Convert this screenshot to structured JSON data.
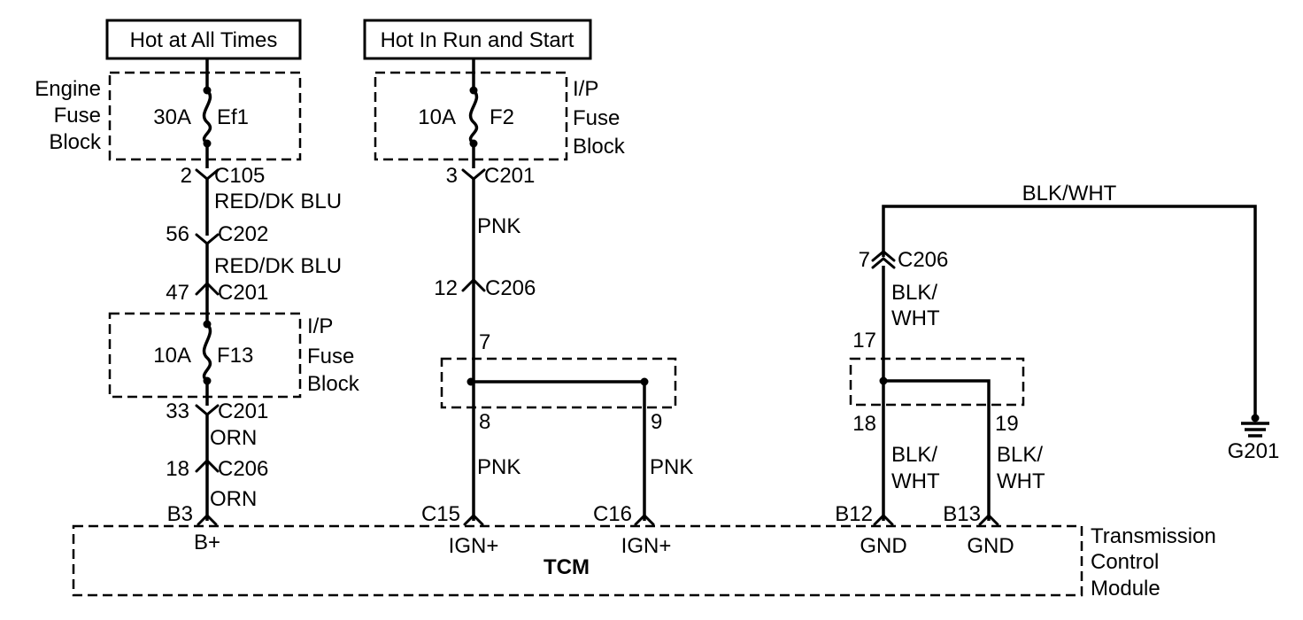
{
  "power": {
    "hot_at_all_times": "Hot at All Times",
    "hot_in_run_start": "Hot In Run and Start"
  },
  "engine_fuse_block": {
    "name_lines": [
      "Engine",
      "Fuse",
      "Block"
    ],
    "fuse_rating": "30A",
    "fuse_name": "Ef1"
  },
  "ip_fuse_block_f2": {
    "name_lines": [
      "I/P",
      "Fuse",
      "Block"
    ],
    "fuse_rating": "10A",
    "fuse_name": "F2"
  },
  "ip_fuse_block_f13": {
    "name_lines": [
      "I/P",
      "Fuse",
      "Block"
    ],
    "fuse_rating": "10A",
    "fuse_name": "F13"
  },
  "circuit_bplus": {
    "c105_pin": "2",
    "c105": "C105",
    "wire1": "RED/DK BLU",
    "c202_pin": "56",
    "c202": "C202",
    "wire2": "RED/DK BLU",
    "c201a_pin": "47",
    "c201a": "C201",
    "c201b_pin": "33",
    "c201b": "C201",
    "wire3": "ORN",
    "c206_pin": "18",
    "c206": "C206",
    "wire4": "ORN",
    "tcm_pin": "B3",
    "tcm_label": "B+"
  },
  "circuit_ign": {
    "c201_pin": "3",
    "c201": "C201",
    "wire1": "PNK",
    "c206_pin": "12",
    "c206": "C206",
    "splice_in": "7",
    "splice_out_a": "8",
    "splice_out_b": "9",
    "wire_a": "PNK",
    "wire_b": "PNK",
    "tcm_pin_a": "C15",
    "tcm_pin_b": "C16",
    "tcm_label_a": "IGN+",
    "tcm_label_b": "IGN+"
  },
  "circuit_gnd": {
    "top_wire": "BLK/WHT",
    "c206_pin": "7",
    "c206": "C206",
    "wire1_lines": [
      "BLK/",
      "WHT"
    ],
    "splice_in": "17",
    "splice_out_a": "18",
    "splice_out_b": "19",
    "wire_a_lines": [
      "BLK/",
      "WHT"
    ],
    "wire_b_lines": [
      "BLK/",
      "WHT"
    ],
    "tcm_pin_a": "B12",
    "tcm_pin_b": "B13",
    "tcm_label_a": "GND",
    "tcm_label_b": "GND",
    "ground": "G201"
  },
  "tcm": {
    "abbr": "TCM",
    "name_lines": [
      "Transmission",
      "Control",
      "Module"
    ]
  }
}
